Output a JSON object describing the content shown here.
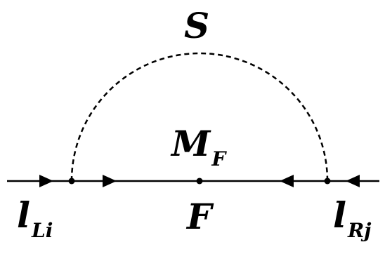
{
  "diagram": {
    "scalar_label": "S",
    "fermion_label": "F",
    "mass_label": {
      "main": "M",
      "sub": "F"
    },
    "left_lepton": {
      "main": "l",
      "sub": "Li"
    },
    "right_lepton": {
      "main": "l",
      "sub": "Rj"
    },
    "line_color": "#000000",
    "background_color": "#ffffff"
  }
}
